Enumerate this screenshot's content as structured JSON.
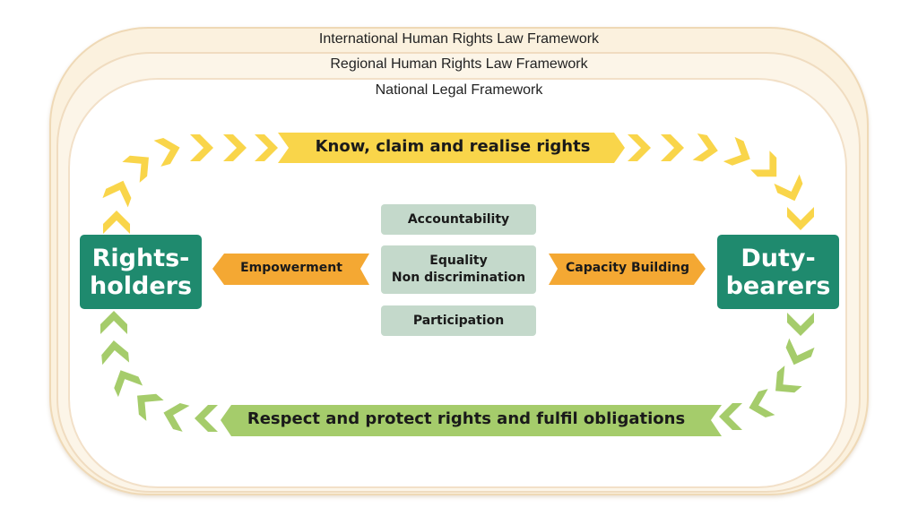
{
  "frameworks": {
    "international": "International Human Rights Law Framework",
    "regional": "Regional Human Rights Law Framework",
    "national": "National Legal Framework"
  },
  "top_cycle": "Know, claim and realise rights",
  "bottom_cycle": "Respect and protect rights and fulfil obligations",
  "actors": {
    "rights_holders": [
      "Rights-",
      "holders"
    ],
    "duty_bearers": [
      "Duty-",
      "bearers"
    ]
  },
  "actions": {
    "empowerment": "Empowerment",
    "capacity_building": "Capacity Building"
  },
  "principles": {
    "accountability": "Accountability",
    "equality": [
      "Equality",
      "Non discrimination"
    ],
    "participation": "Participation"
  },
  "colors": {
    "yellow": "#f9d54a",
    "green_arrow": "#a5cc6b",
    "teal": "#1f8a6e",
    "orange": "#f4a833",
    "principle_box": "#c4d9cb"
  }
}
